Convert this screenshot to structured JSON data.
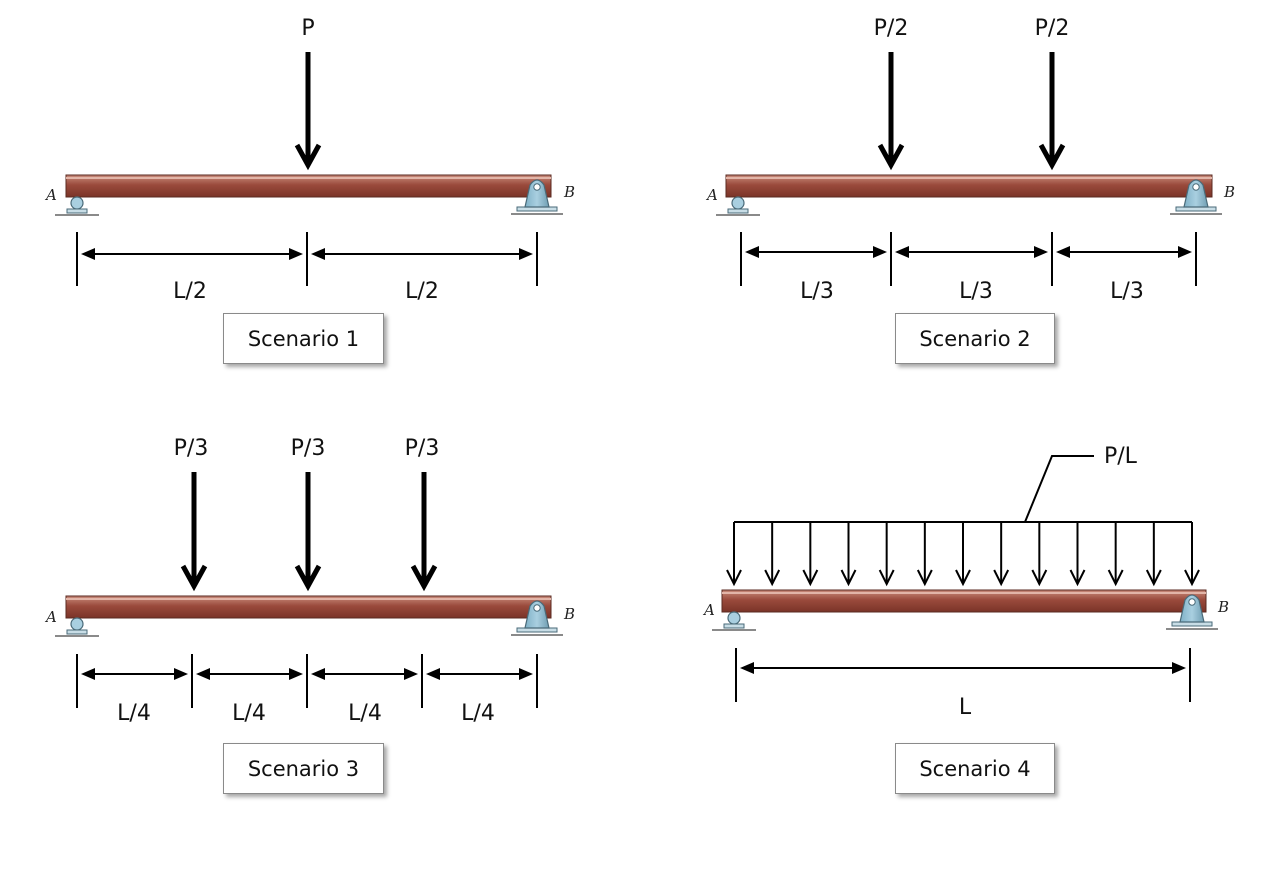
{
  "colors": {
    "beam_top": "#c98c7c",
    "beam_mid": "#9a4a3c",
    "beam_bottom": "#7a3428",
    "support": "#a9cfe0",
    "support_edge": "#4a6a78",
    "ink": "#000000"
  },
  "support_labels": {
    "left": "A",
    "right": "B"
  },
  "scenarios": [
    {
      "caption": "Scenario 1",
      "loads": [
        {
          "label": "P",
          "position": 0.5
        }
      ],
      "dimensions": [
        "L/2",
        "L/2"
      ]
    },
    {
      "caption": "Scenario 2",
      "loads": [
        {
          "label": "P/2",
          "position": 0.3333
        },
        {
          "label": "P/2",
          "position": 0.6667
        }
      ],
      "dimensions": [
        "L/3",
        "L/3",
        "L/3"
      ]
    },
    {
      "caption": "Scenario 3",
      "loads": [
        {
          "label": "P/3",
          "position": 0.25
        },
        {
          "label": "P/3",
          "position": 0.5
        },
        {
          "label": "P/3",
          "position": 0.75
        }
      ],
      "dimensions": [
        "L/4",
        "L/4",
        "L/4",
        "L/4"
      ]
    },
    {
      "caption": "Scenario 4",
      "distributed_load": {
        "label": "P/L",
        "arrow_count": 13
      },
      "dimensions": [
        "L"
      ]
    }
  ]
}
